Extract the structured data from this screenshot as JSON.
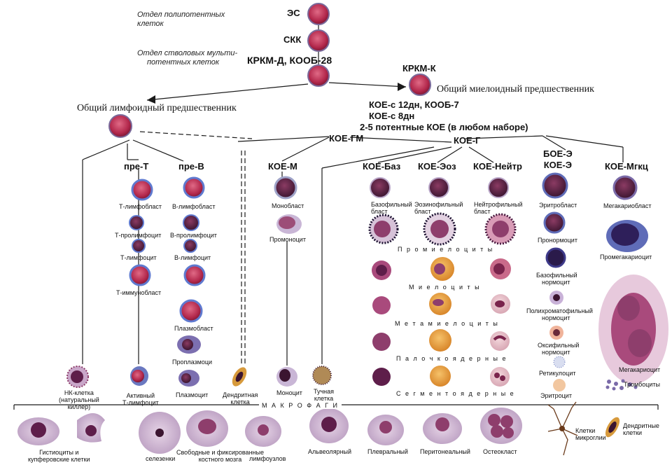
{
  "labels": {
    "otdel_polipotent": [
      "Отдел полипотентных",
      "клеток"
    ],
    "es": "ЭС",
    "skk": "СКК",
    "otdel_stvol": [
      "Отдел стволовых мульти-",
      "потентных клеток"
    ],
    "krkm_d": "КРКМ-Д, КООБ-28",
    "krkm_k": "КРКМ-К",
    "obsh_mieloid": "Общий миелоидный предшественник",
    "obsh_limfoid": "Общий лимфоидный предшественник",
    "koe_block": [
      "КОЕ-с 12дн, КООБ-7",
      "КОЕ-с 8дн",
      "2-5 потентные КОЕ (в любом наборе)"
    ],
    "koe_gm": "КОЕ-ГМ",
    "koe_g": "КОЕ-Г",
    "pre_t": "пре-Т",
    "pre_b": "пре-В",
    "koe_m": "КОЕ-М",
    "koe_baz": "КОЕ-Баз",
    "koe_eoz": "КОЕ-Эоз",
    "koe_neytr": "КОЕ-Нейтр",
    "boe_e": [
      "БОЕ-Э",
      "КОЕ-Э"
    ],
    "koe_mgkc": "КОЕ-Мгкц",
    "t_line": [
      "Т-лимфобласт",
      "Т-пролимфоцит",
      "Т-лимфоцит",
      "Т-иммунобласт"
    ],
    "b_line": [
      "В-лимфобласт",
      "В-пролимфоцит",
      "В-лимфоцит",
      "Плазмобласт",
      "Проплазмоци",
      "Плазмоцит"
    ],
    "mono_line": [
      "Монобласт",
      "Промоноцит",
      "Моноцит"
    ],
    "baz_blast": [
      "Базофильный",
      "бласт"
    ],
    "eoz_blast": [
      "Эозинофильный",
      "бласт"
    ],
    "neytr_blast": [
      "Нейтрофильный",
      "бласт"
    ],
    "stages": [
      "П р о м и е л о ц и т ы",
      "М и е л о ц и т ы",
      "М е т а м и е л о ц и т ы",
      "П а л о ч к о я д е р н ы е",
      "С е г м е н т о я д е р н ы е"
    ],
    "ery_line": [
      "Эритробласт",
      "Пронормоцит",
      [
        "Базофильный",
        "нормоцит"
      ],
      [
        "Полихроматофильный",
        "нормоцит"
      ],
      [
        "Оксифильный",
        "нормоцит"
      ],
      "Ретикулоцит",
      "Эритроцит"
    ],
    "mega_line": [
      "Мегакариобласт",
      "Промегакариоцит",
      "Мегакариоцит",
      "Тромбоциты"
    ],
    "nk": [
      "НК-клетка",
      "(натуральный",
      "киллер)"
    ],
    "active_t": [
      "Активный",
      "Т-лимфоцит"
    ],
    "dendr": [
      "Дендритная",
      "клетка"
    ],
    "tuchn": [
      "Тучная",
      "клетка"
    ],
    "makrofagi": "М А К Р О Ф А Г И",
    "bottom": {
      "gistio": [
        "Гистиоциты и",
        "купферовские клетки"
      ],
      "selez": "селезенки",
      "svob": [
        "Свободные и фиксированные",
        "костного мозга"
      ],
      "limf": "лимфоузлов",
      "alv": "Альвеолярный",
      "plevr": "Плевральный",
      "periton": "Перитонеальный",
      "osteo": "Остеокласт",
      "mikroglia": [
        "Клетки",
        "микроглии"
      ],
      "dendr2": [
        "Дендритные",
        "клетки"
      ]
    }
  },
  "colors": {
    "nucleus": "#b02c4e",
    "cytoplasm_blue": "#6a78c0",
    "line": "#1a1a1a",
    "tissue": "#d9c6dc"
  }
}
